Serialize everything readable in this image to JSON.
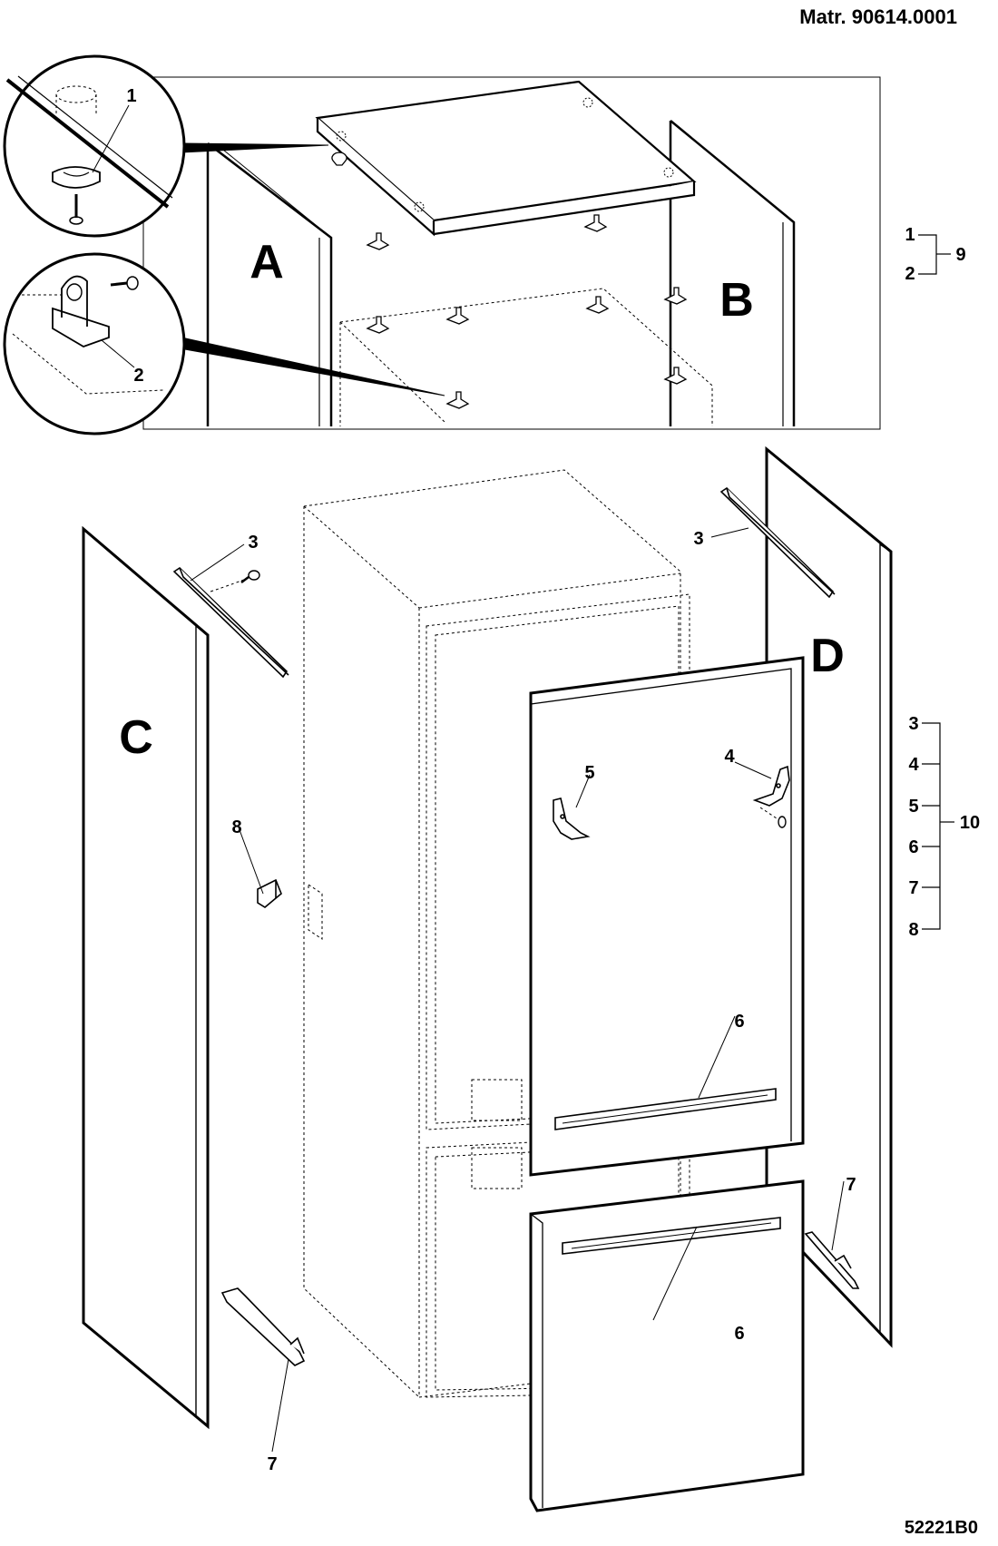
{
  "header": {
    "material_number": "Matr. 90614.0001"
  },
  "footer": {
    "drawing_code": "52221B0"
  },
  "panels": {
    "a": "A",
    "b": "B",
    "c": "C",
    "d": "D"
  },
  "callouts": {
    "detail_fastener": "1",
    "detail_bracket": "2",
    "rail_left_top": "3",
    "rail_right_top": "3",
    "hinge_right": "4",
    "hinge_left": "5",
    "handle_upper": "6",
    "handle_lower": "6",
    "angle_bracket": "8",
    "slide_right": "7",
    "slide_left": "7"
  },
  "kits": [
    {
      "kit": "9",
      "parts": [
        "1",
        "2"
      ]
    },
    {
      "kit": "10",
      "parts": [
        "3",
        "4",
        "5",
        "6",
        "7",
        "8"
      ]
    }
  ]
}
